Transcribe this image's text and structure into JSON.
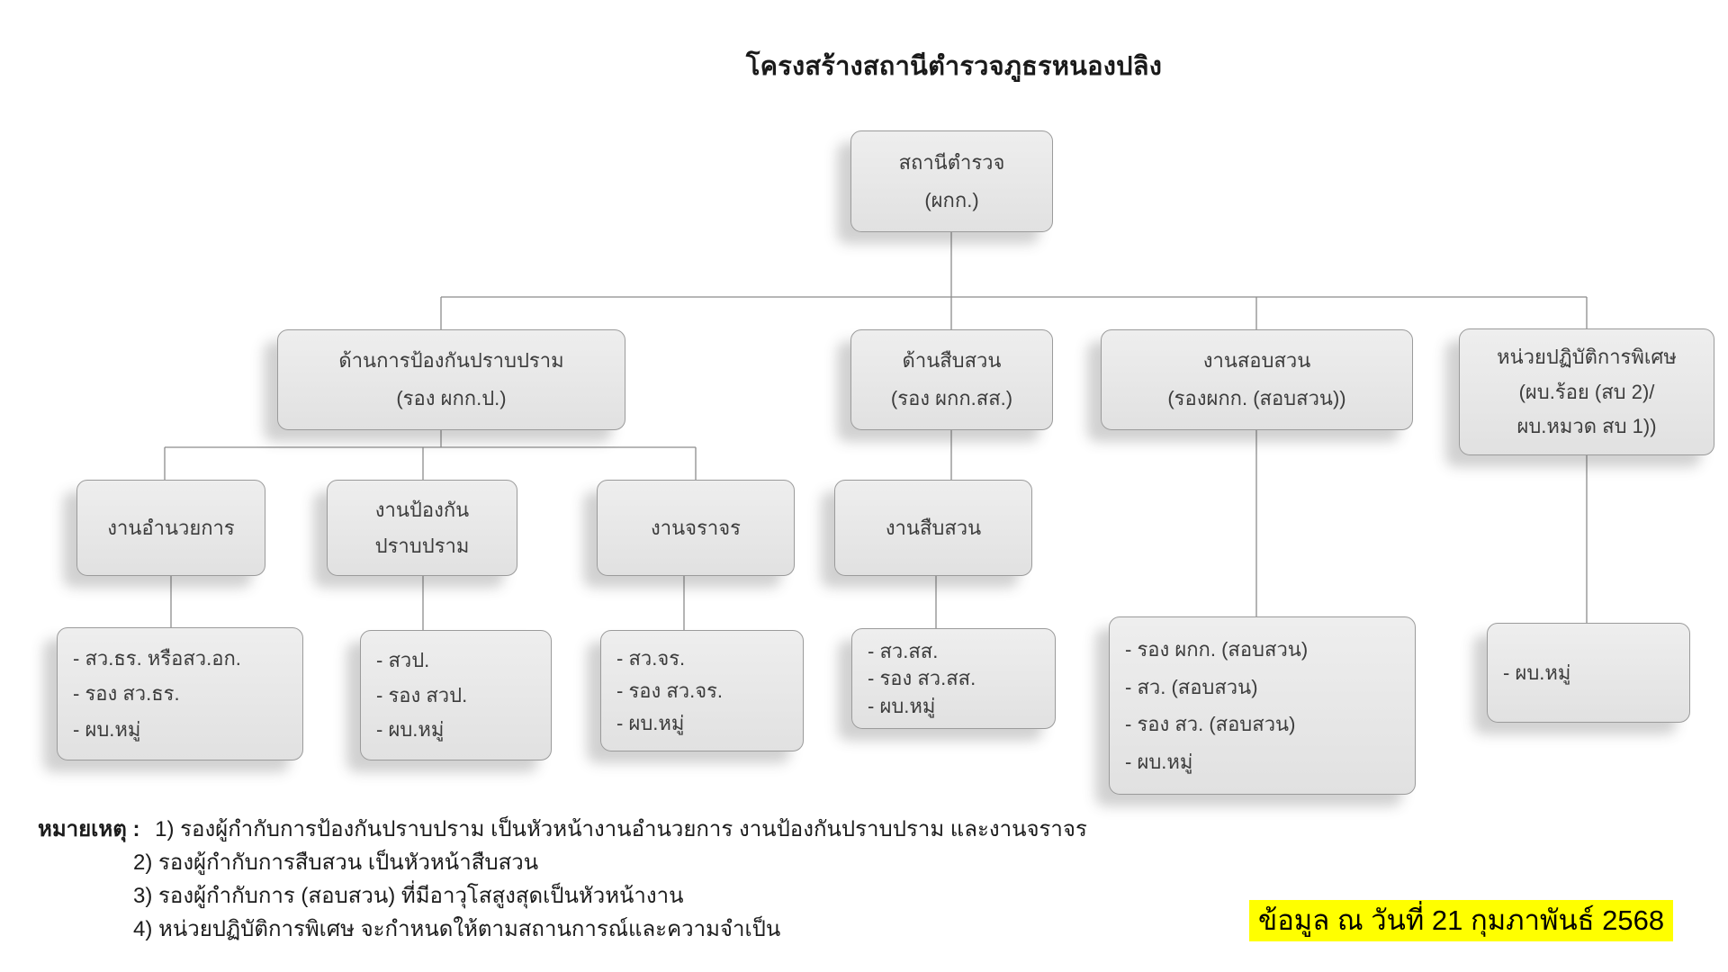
{
  "title": "โครงสร้างสถานีตำรวจภูธรหนองปลิง",
  "boxes": {
    "root": {
      "lines": [
        "สถานีตำรวจ",
        "(ผกก.)"
      ]
    },
    "d1": {
      "lines": [
        "ด้านการป้องกันปราบปราม",
        "(รอง ผกก.ป.)"
      ]
    },
    "d2": {
      "lines": [
        "ด้านสืบสวน",
        "(รอง ผกก.สส.)"
      ]
    },
    "d3": {
      "lines": [
        "งานสอบสวน",
        "(รองผกก. (สอบสวน))"
      ]
    },
    "d4": {
      "lines": [
        "หน่วยปฏิบัติการพิเศษ",
        "(ผบ.ร้อย (สบ 2)/",
        "ผบ.หมวด สบ 1))"
      ]
    },
    "g1": {
      "lines": [
        "งานอำนวยการ"
      ]
    },
    "g2": {
      "lines": [
        "งานป้องกัน",
        "ปราบปราม"
      ]
    },
    "g3": {
      "lines": [
        "งานจราจร"
      ]
    },
    "g4": {
      "lines": [
        "งานสืบสวน"
      ]
    },
    "l1": {
      "lines": [
        "- สว.ธร. หรือสว.อก.",
        "- รอง สว.ธร.",
        "- ผบ.หมู่"
      ]
    },
    "l2": {
      "lines": [
        "- สวป.",
        "- รอง สวป.",
        "- ผบ.หมู่"
      ]
    },
    "l3": {
      "lines": [
        "- สว.จร.",
        "- รอง สว.จร.",
        "- ผบ.หมู่"
      ]
    },
    "l4": {
      "lines": [
        "- สว.สส.",
        "- รอง สว.สส.",
        "- ผบ.หมู่"
      ]
    },
    "l5": {
      "lines": [
        "- รอง ผกก. (สอบสวน)",
        "- สว. (สอบสวน)",
        "- รอง สว. (สอบสวน)",
        "- ผบ.หมู่"
      ]
    },
    "l6": {
      "lines": [
        "- ผบ.หมู่"
      ]
    }
  },
  "notes": {
    "label": "หมายเหตุ :",
    "items": [
      "1) รองผู้กำกับการป้องกันปราบปราม เป็นหัวหน้างานอำนวยการ งานป้องกันปราบปราม และงานจราจร",
      "2) รองผู้กำกับการสืบสวน เป็นหัวหน้าสืบสวน",
      "3) รองผู้กำกับการ (สอบสวน) ที่มีอาวุโสสูงสุดเป็นหัวหน้างาน",
      "4) หน่วยปฏิบัติการพิเศษ จะกำหนดให้ตามสถานการณ์และความจำเป็น"
    ]
  },
  "footer": {
    "data_date": "ข้อมูล ณ วันที่ 21 กุมภาพันธ์ 2568"
  },
  "colors": {
    "highlight": "#ffff00",
    "box_fill": "#e8e8e8",
    "box_border": "#9b9b9b",
    "connector": "#8c8c8c",
    "text": "#3c3c3c"
  }
}
